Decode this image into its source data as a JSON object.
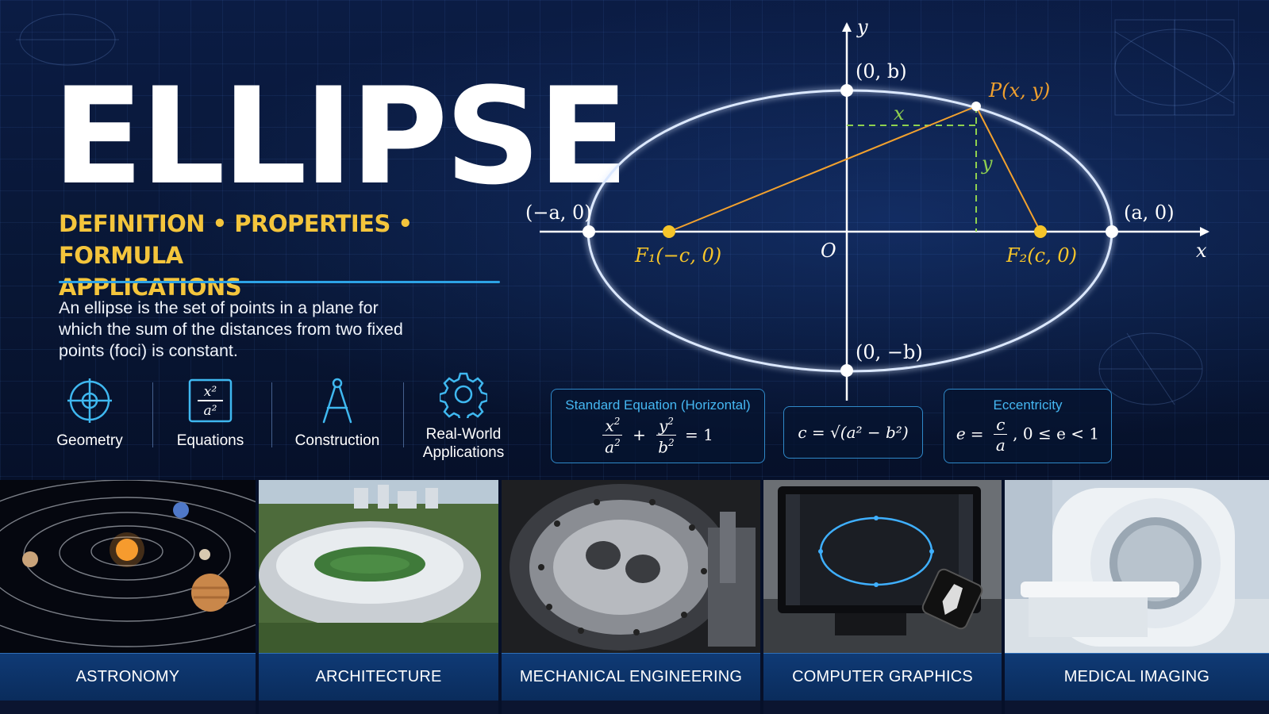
{
  "header": {
    "title": "ELLIPSE",
    "subtitle_line1": "DEFINITION • PROPERTIES • FORMULA",
    "subtitle_line2": "APPLICATIONS",
    "description": "An ellipse is the set of points in a plane for which the sum of the distances from two fixed points (foci) is constant."
  },
  "features": [
    {
      "label": "Geometry",
      "icon": "crosshair-icon"
    },
    {
      "label": "Equations",
      "icon": "fraction-icon"
    },
    {
      "label": "Construction",
      "icon": "compass-icon"
    },
    {
      "label_line1": "Real-World",
      "label_line2": "Applications",
      "icon": "gear-icon"
    }
  ],
  "diagram": {
    "y_axis": "y",
    "x_axis": "x",
    "origin": "O",
    "top_vertex": "(0, b)",
    "bottom_vertex": "(0, −b)",
    "left_vertex": "(−a, 0)",
    "right_vertex": "(a, 0)",
    "point": "P(x, y)",
    "dx_label": "x",
    "dy_label": "y",
    "focus1": "F₁(−c, 0)",
    "focus2": "F₂(c, 0)",
    "colors": {
      "ellipse": "#ffffff",
      "foci": "#f6c52a",
      "lines": "#f2a12e",
      "dash": "#8fd14f"
    }
  },
  "formulas": {
    "standard_title": "Standard Equation (Horizontal)",
    "standard_rhs": "= 1",
    "focal": "c = √(a² − b²)",
    "eccentricity_title": "Eccentricity",
    "eccentricity_range": ", 0 ≤ e < 1"
  },
  "applications": [
    {
      "label": "ASTRONOMY"
    },
    {
      "label": "ARCHITECTURE"
    },
    {
      "label": "MECHANICAL ENGINEERING"
    },
    {
      "label": "COMPUTER GRAPHICS"
    },
    {
      "label": "MEDICAL IMAGING"
    }
  ]
}
